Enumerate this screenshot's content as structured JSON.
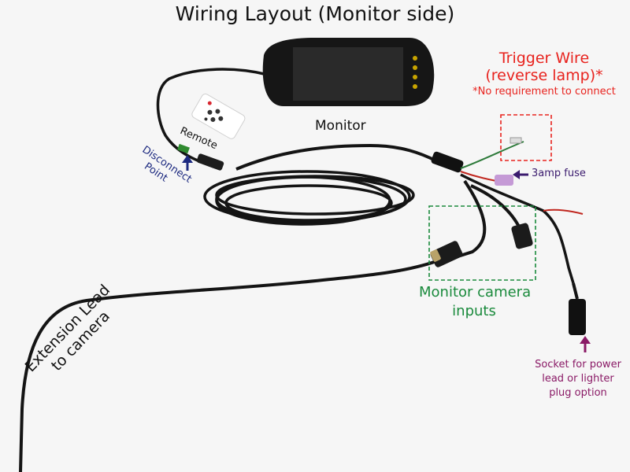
{
  "title": "Wiring Layout (Monitor side)",
  "labels": {
    "monitor": "Monitor",
    "remote": "Remote",
    "disconnect_line1": "Disconnect",
    "disconnect_line2": "Point",
    "trigger_line1": "Trigger Wire",
    "trigger_line2": "(reverse lamp)*",
    "trigger_note": "*No requirement to connect",
    "fuse": "3amp fuse",
    "camera_inputs_line1": "Monitor camera",
    "camera_inputs_line2": "inputs",
    "socket_line1": "Socket for power",
    "socket_line2": "lead or lighter",
    "socket_line3": "plug option",
    "extension_line1": "Extension Lead",
    "extension_line2": "to camera"
  },
  "colors": {
    "cable": "#141414",
    "trigger_red": "#e8231e",
    "camera_green": "#1a8a3c",
    "disconnect_blue": "#1d2a80",
    "fuse_purple": "#3b1b6e",
    "socket_magenta": "#8a1a66"
  }
}
